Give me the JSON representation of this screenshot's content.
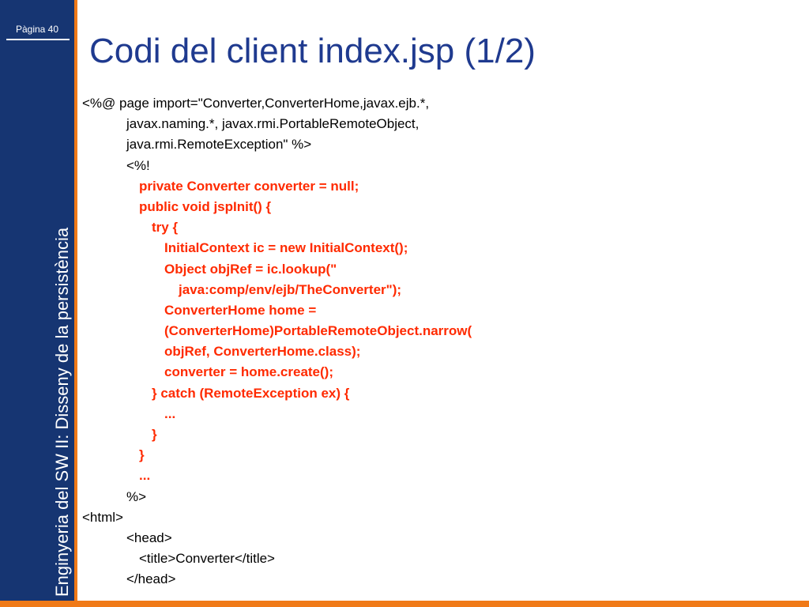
{
  "slide": {
    "page_label": "Pàgina 40",
    "vertical_title": "Enginyeria del SW II: Disseny de la persistència",
    "title": "Codi del client index.jsp (1/2)"
  },
  "colors": {
    "sidebar": "#163572",
    "accent_orange": "#f07a18",
    "title_blue": "#1f3a8f",
    "code_red": "#ff2a00",
    "code_black": "#000000"
  },
  "code_lines": [
    {
      "text": "<%@ page import=\"Converter,ConverterHome,javax.ejb.*,",
      "indent": 0,
      "style": "black"
    },
    {
      "text": "javax.naming.*, javax.rmi.PortableRemoteObject,",
      "indent": 1,
      "style": "black"
    },
    {
      "text": "java.rmi.RemoteException\" %>",
      "indent": 1,
      "style": "black"
    },
    {
      "text": "<%!",
      "indent": 1,
      "style": "black"
    },
    {
      "text": "private Converter converter = null;",
      "indent": 2,
      "style": "red"
    },
    {
      "text": "public void jspInit() {",
      "indent": 2,
      "style": "red"
    },
    {
      "text": "try {",
      "indent": 3,
      "style": "red"
    },
    {
      "text": "InitialContext ic = new InitialContext();",
      "indent": 4,
      "style": "red"
    },
    {
      "text": "Object objRef = ic.lookup(\"",
      "indent": 4,
      "style": "red"
    },
    {
      "text": "java:comp/env/ejb/TheConverter\");",
      "indent": 5,
      "style": "red"
    },
    {
      "text": "ConverterHome home =",
      "indent": 4,
      "style": "red"
    },
    {
      "text": "(ConverterHome)PortableRemoteObject.narrow(",
      "indent": 4,
      "style": "red"
    },
    {
      "text": "objRef, ConverterHome.class);",
      "indent": 4,
      "style": "red"
    },
    {
      "text": "converter = home.create();",
      "indent": 4,
      "style": "red"
    },
    {
      "text": "} catch (RemoteException ex) {",
      "indent": 3,
      "style": "red"
    },
    {
      "text": "...",
      "indent": 4,
      "style": "red"
    },
    {
      "text": "}",
      "indent": 3,
      "style": "red"
    },
    {
      "text": "}",
      "indent": 2,
      "style": "red"
    },
    {
      "text": "...",
      "indent": 2,
      "style": "red"
    },
    {
      "text": "%>",
      "indent": 1,
      "style": "black"
    },
    {
      "text": "<html>",
      "indent": 0,
      "style": "black"
    },
    {
      "text": "<head>",
      "indent": 1,
      "style": "black"
    },
    {
      "text": "<title>Converter</title>",
      "indent": 2,
      "style": "black"
    },
    {
      "text": "</head>",
      "indent": 1,
      "style": "black"
    }
  ]
}
